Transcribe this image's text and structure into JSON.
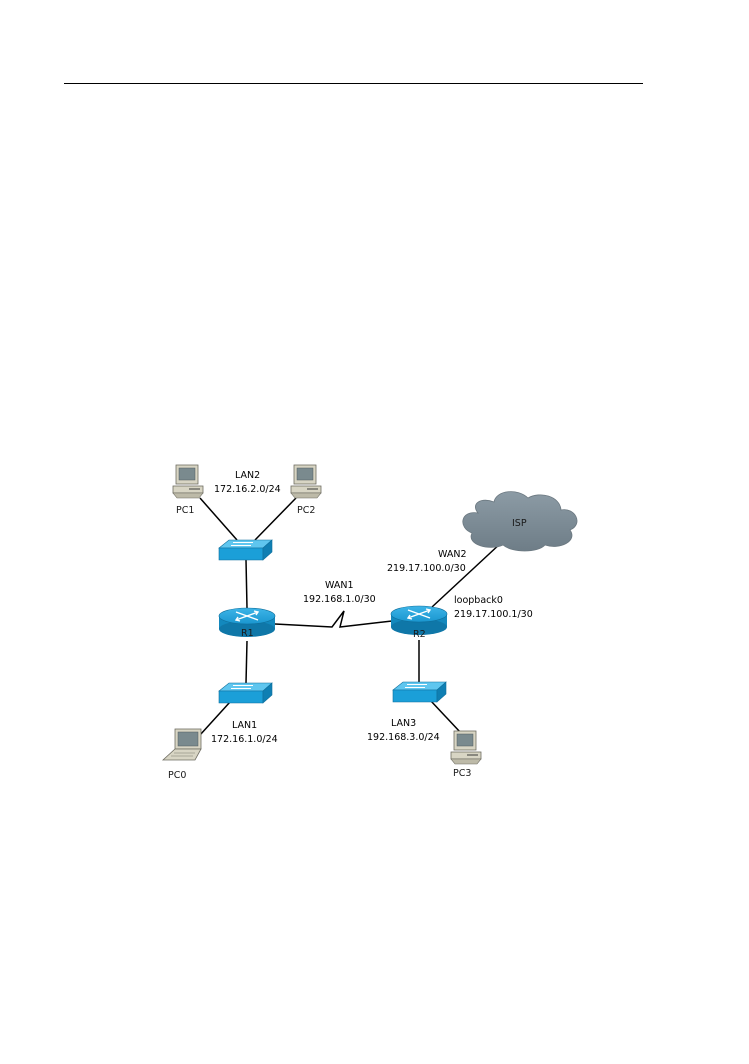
{
  "devices": {
    "pc0": "PC0",
    "pc1": "PC1",
    "pc2": "PC2",
    "pc3": "PC3",
    "r1": "R1",
    "r2": "R2",
    "isp": "ISP"
  },
  "networks": {
    "lan1": {
      "name": "LAN1",
      "subnet": "172.16.1.0/24"
    },
    "lan2": {
      "name": "LAN2",
      "subnet": "172.16.2.0/24"
    },
    "lan3": {
      "name": "LAN3",
      "subnet": "192.168.3.0/24"
    },
    "wan1": {
      "name": "WAN1",
      "subnet": "192.168.1.0/30"
    },
    "wan2": {
      "name": "WAN2",
      "subnet": "219.17.100.0/30"
    },
    "loopback": {
      "name": "loopback0",
      "subnet": "219.17.100.1/30"
    }
  },
  "colors": {
    "device_blue": "#1b9fd8",
    "device_blue_dark": "#0f6f9c",
    "cloud_gray": "#7d8c96",
    "pc_beige": "#d8d5c4"
  }
}
